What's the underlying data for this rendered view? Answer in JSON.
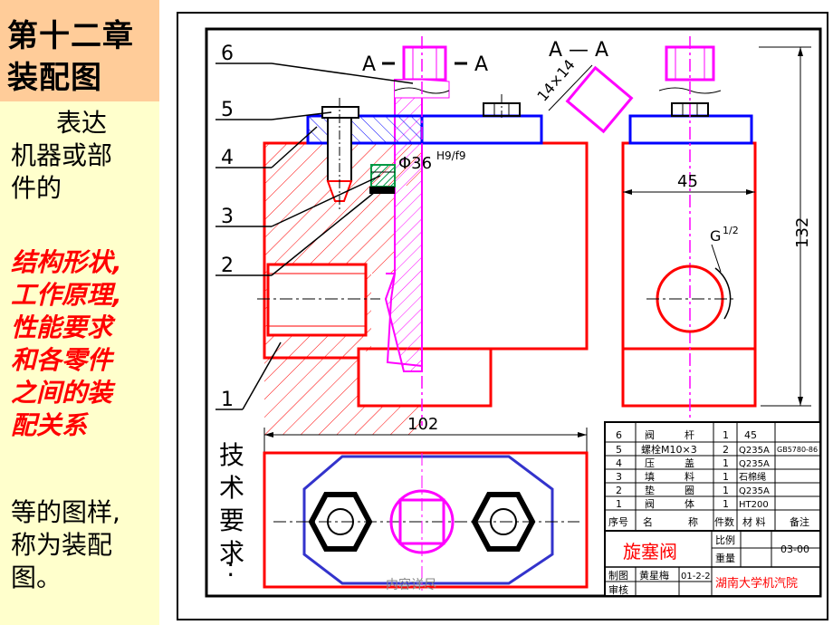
{
  "slide": {
    "title_line1": "第十二章",
    "title_line2": "装配图",
    "intro": [
      "表达",
      "机器或部",
      "件的"
    ],
    "emphasis": [
      "结构形状,",
      "工作原理,",
      "性能要求",
      "和各零件",
      "之间的装",
      "配关系"
    ],
    "outro": [
      "等的图样,",
      "称为装配",
      "图。"
    ]
  },
  "drawing": {
    "section_left": "A",
    "section_right": "A",
    "section_view": "A — A",
    "fit": "Φ36",
    "fit_tol": "H9/f9",
    "square_dim": "14×14",
    "dim_width": "45",
    "dim_height": "132",
    "dim_length": "102",
    "pipe_thread": "G",
    "pipe_thread_sup": "1/2",
    "balloons": [
      "6",
      "5",
      "4",
      "3",
      "2",
      "1"
    ],
    "tech_req": [
      "技",
      "术",
      "要",
      "求",
      ":"
    ],
    "watermark": "内容详尽"
  },
  "title_block": {
    "headers": [
      "序号",
      "名",
      "称",
      "件数",
      "材 料",
      "备注"
    ],
    "rows": [
      [
        "6",
        "阀",
        "杆",
        "1",
        "45",
        ""
      ],
      [
        "5",
        "螺栓M10×3",
        "",
        "2",
        "Q235A",
        "GB5780-86"
      ],
      [
        "4",
        "压",
        "盖",
        "1",
        "Q235A",
        ""
      ],
      [
        "3",
        "填",
        "料",
        "1",
        "石棉绳",
        ""
      ],
      [
        "2",
        "垫",
        "圈",
        "1",
        "Q235A",
        ""
      ],
      [
        "1",
        "阀",
        "体",
        "1",
        "HT200",
        ""
      ]
    ],
    "name": "旋塞阀",
    "scale_label": "比例",
    "weight_label": "重量",
    "drawing_no": "03-00",
    "drawn_label": "制图",
    "drawer": "黄星梅",
    "date": "01-2-2",
    "check_label": "审核",
    "school": "湖南大学机汽院"
  },
  "colors": {
    "outline": "#ff0000",
    "center": "#ff00ff",
    "gland": "#0000ff",
    "packing": "#00cc66",
    "frame": "#000000"
  }
}
